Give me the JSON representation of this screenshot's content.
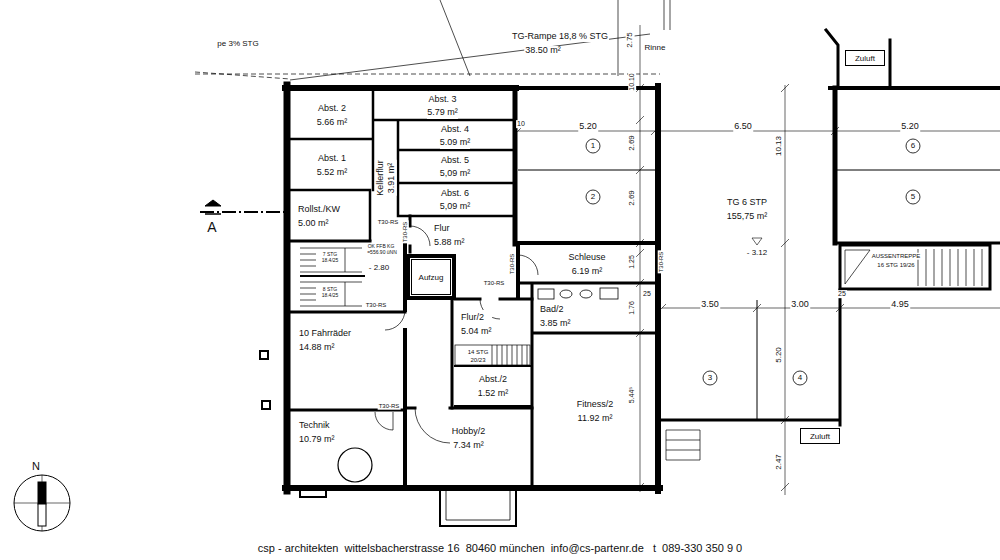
{
  "diagram": {
    "nodes": [
      {
        "text": [
          "Abst. 2",
          "5.66 m²"
        ]
      },
      {
        "text": [
          "Abst. 3",
          "5.79 m²"
        ]
      },
      {
        "text": [
          "Abst. 4",
          "5.09 m²"
        ]
      },
      {
        "text": [
          "Kellerflur",
          "3.91 m²"
        ]
      },
      {
        "text": [
          "Abst. 1",
          "5.52 m²"
        ]
      },
      {
        "text": [
          "Abst. 5",
          "5,09 m²"
        ]
      },
      {
        "text": [
          "Abst. 6",
          "5,09 m²"
        ]
      },
      {
        "text": [
          "Rollst./KW",
          "5.00 m²"
        ]
      },
      {
        "text": [
          "Flur",
          "5.88 m²"
        ]
      },
      {
        "text": [
          "Schleuse",
          "6.19 m²"
        ]
      },
      {
        "text": [
          "Aufzug"
        ]
      },
      {
        "text": [
          "Flur/2",
          "5.04 m²"
        ]
      },
      {
        "text": [
          "Bad/2",
          "3.85 m²"
        ]
      },
      {
        "text": [
          "10 Fahrräder",
          "14.88 m²"
        ]
      },
      {
        "text": [
          "Abst./2",
          "1.52 m²"
        ]
      },
      {
        "text": [
          "Fitness/2",
          "11.92 m²"
        ]
      },
      {
        "text": [
          "Technik",
          "10.79 m²"
        ]
      },
      {
        "text": [
          "Hobby/2",
          "7.34 m²"
        ]
      },
      {
        "text": [
          "TG 6 STP",
          "155,75 m²"
        ]
      },
      {
        "text": [
          "Zuluft"
        ]
      },
      {
        "text": [
          "Zuluft"
        ]
      }
    ],
    "labels": [
      "pe 3% STG",
      "TG-Rampe 18,8 % STG",
      "38.50 m²",
      "2.75",
      "Rinne",
      "10.10",
      "10",
      "5.20",
      "6.50",
      "5.20",
      "2.69",
      "2.69",
      "10.13",
      "1",
      "2",
      "6",
      "5",
      "- 3.12",
      "A",
      "T30-RS",
      "T30-RS",
      "T30-RS",
      "T30-RS",
      "T30-RS",
      "T30-RS",
      "T30-RS",
      "OK FFB KG",
      "=556.90 üNN",
      "- 2.80",
      "7 STG",
      "18.4/25",
      "8 STG",
      "18.4/25",
      "1.25",
      "1.76",
      "3.50",
      "3.00",
      "4.95",
      "5.20",
      "5.44⁵",
      "3",
      "4",
      "2.47",
      "14 STG",
      "20/23",
      "AUSSENTREPPE",
      "16 STG 19/26",
      "25",
      "25",
      "N",
      "csp - architekten  wittelsbacherstrasse 16  80460 münchen  info@cs-partenr.de   t  089-330 350 9 0"
    ]
  }
}
